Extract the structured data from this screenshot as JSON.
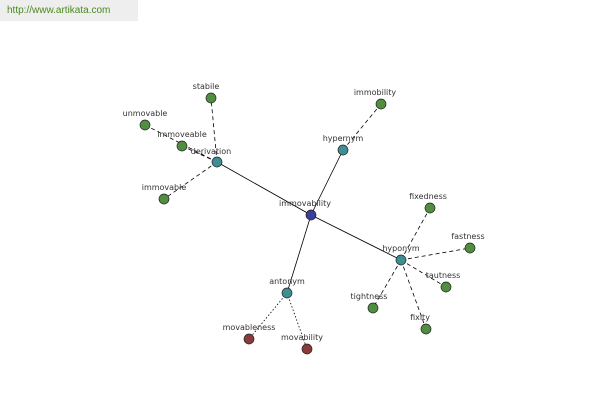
{
  "watermark": "http://www.artikata.com",
  "colors": {
    "root": "#3b3f9b",
    "category": "#3e8e93",
    "word": "#4f8f3f",
    "antonym_word": "#8a3a3a",
    "edge": "#000000"
  },
  "nodes": [
    {
      "id": "immovability",
      "label": "immovability",
      "kind": "root"
    },
    {
      "id": "derivation",
      "label": "derivation",
      "kind": "category"
    },
    {
      "id": "hypernym",
      "label": "hypernym",
      "kind": "category"
    },
    {
      "id": "hyponym",
      "label": "hyponym",
      "kind": "category"
    },
    {
      "id": "antonym",
      "label": "antonym",
      "kind": "category"
    },
    {
      "id": "stabile",
      "label": "stabile",
      "kind": "word"
    },
    {
      "id": "unmovable",
      "label": "unmovable",
      "kind": "word"
    },
    {
      "id": "immoveable",
      "label": "immoveable",
      "kind": "word"
    },
    {
      "id": "immovable",
      "label": "immovable",
      "kind": "word"
    },
    {
      "id": "immobility",
      "label": "immobility",
      "kind": "word"
    },
    {
      "id": "fixedness",
      "label": "fixedness",
      "kind": "word"
    },
    {
      "id": "fastness",
      "label": "fastness",
      "kind": "word"
    },
    {
      "id": "tautness",
      "label": "tautness",
      "kind": "word"
    },
    {
      "id": "tightness",
      "label": "tightness",
      "kind": "word"
    },
    {
      "id": "fixity",
      "label": "fixity",
      "kind": "word"
    },
    {
      "id": "movableness",
      "label": "movableness",
      "kind": "antonym_word"
    },
    {
      "id": "movability",
      "label": "movability",
      "kind": "antonym_word"
    }
  ],
  "edges": [
    {
      "from": "immovability",
      "to": "derivation",
      "style": "solid"
    },
    {
      "from": "immovability",
      "to": "hypernym",
      "style": "solid"
    },
    {
      "from": "immovability",
      "to": "hyponym",
      "style": "solid"
    },
    {
      "from": "immovability",
      "to": "antonym",
      "style": "solid"
    },
    {
      "from": "derivation",
      "to": "stabile",
      "style": "dashed"
    },
    {
      "from": "derivation",
      "to": "unmovable",
      "style": "dashed"
    },
    {
      "from": "derivation",
      "to": "immoveable",
      "style": "dashed"
    },
    {
      "from": "derivation",
      "to": "immovable",
      "style": "dashed"
    },
    {
      "from": "hypernym",
      "to": "immobility",
      "style": "dashed"
    },
    {
      "from": "hyponym",
      "to": "fixedness",
      "style": "dashed"
    },
    {
      "from": "hyponym",
      "to": "fastness",
      "style": "dashed"
    },
    {
      "from": "hyponym",
      "to": "tautness",
      "style": "dashed"
    },
    {
      "from": "hyponym",
      "to": "tightness",
      "style": "dashed"
    },
    {
      "from": "hyponym",
      "to": "fixity",
      "style": "dashed"
    },
    {
      "from": "antonym",
      "to": "movableness",
      "style": "dotted"
    },
    {
      "from": "antonym",
      "to": "movability",
      "style": "dotted"
    }
  ]
}
